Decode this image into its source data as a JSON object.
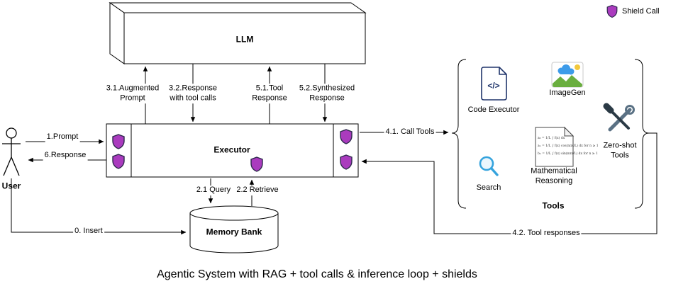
{
  "title": "Agentic System with RAG + tool calls & inference loop + shields",
  "legend": {
    "label": "Shield Call"
  },
  "nodes": {
    "llm": "LLM",
    "executor": "Executor",
    "user": "User",
    "memory_bank": "Memory Bank",
    "tools_group": "Tools"
  },
  "tools": {
    "code_executor": {
      "label": "Code Executor",
      "glyph": "</>"
    },
    "imagegen": {
      "label": "ImageGen"
    },
    "search": {
      "label": "Search"
    },
    "math": {
      "label": "Mathematical\nReasoning",
      "formulas": [
        "a₀ = 1/L ∫ f(x) dx",
        "aₙ = 1/L ∫ f(x) cos(nπx/L) dx   for n ≥ 1",
        "bₙ = 1/L ∫ f(x) sin(nπx/L) dx   for n ≥ 1"
      ]
    },
    "zero_shot": {
      "label": "Zero-shot\nTools"
    }
  },
  "edges": {
    "insert": "0. Insert",
    "prompt": "1.Prompt",
    "query": "2.1 Query",
    "retrieve": "2.2 Retrieve",
    "augmented_prompt": "3.1.Augmented\nPrompt",
    "response_tool_calls": "3.2.Response\nwith tool calls",
    "call_tools": "4.1. Call Tools",
    "tool_responses": "4.2. Tool responses",
    "tool_response": "5.1.Tool\nResponse",
    "synthesized_response": "5.2.Synthesized\nResponse",
    "user_response": "6.Response"
  },
  "colors": {
    "shield_fill": "#AA3BBE",
    "shield_stroke": "#2E2A4D",
    "code_icon": "#20356B",
    "search_blue": "#35A3DD",
    "image_cloud": "#3D9BE9",
    "image_green": "#6AAE3F",
    "image_sun": "#F2C83C",
    "tool_dark": "#2B3A45",
    "tool_gray": "#5A7184"
  }
}
